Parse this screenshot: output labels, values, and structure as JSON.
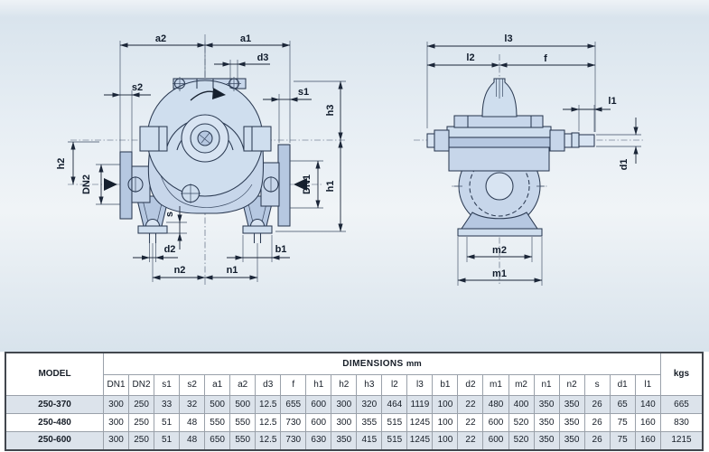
{
  "drawing": {
    "front_view": {
      "labels": {
        "a2": "a2",
        "a1": "a1",
        "d3": "d3",
        "s2": "s2",
        "s1": "s1",
        "h3": "h3",
        "h2": "h2",
        "h1": "h1",
        "dn2": "DN2",
        "dn1": "DN1",
        "s": "s",
        "d2": "d2",
        "b1": "b1",
        "n2": "n2",
        "n1": "n1"
      }
    },
    "side_view": {
      "labels": {
        "l3": "l3",
        "l2": "l2",
        "f": "f",
        "l1": "l1",
        "d1": "d1",
        "m2": "m2",
        "m1": "m1"
      }
    }
  },
  "table": {
    "model_header": "MODEL",
    "dimensions_header": "DIMENSIONS",
    "dimensions_unit": "mm",
    "weight_header": "kgs",
    "columns": [
      "DN1",
      "DN2",
      "s1",
      "s2",
      "a1",
      "a2",
      "d3",
      "f",
      "h1",
      "h2",
      "h3",
      "l2",
      "l3",
      "b1",
      "d2",
      "m1",
      "m2",
      "n1",
      "n2",
      "s",
      "d1",
      "l1"
    ],
    "rows": [
      {
        "model": "250-370",
        "values": [
          300,
          250,
          33,
          32,
          500,
          500,
          12.5,
          655,
          600,
          300,
          320,
          464,
          1119,
          100,
          22,
          480,
          400,
          350,
          350,
          26,
          65,
          140
        ],
        "weight": 665,
        "highlight": true
      },
      {
        "model": "250-480",
        "values": [
          300,
          250,
          51,
          48,
          550,
          550,
          12.5,
          730,
          600,
          300,
          355,
          515,
          1245,
          100,
          22,
          600,
          520,
          350,
          350,
          26,
          75,
          160
        ],
        "weight": 830,
        "highlight": false
      },
      {
        "model": "250-600",
        "values": [
          300,
          250,
          51,
          48,
          650,
          550,
          12.5,
          730,
          630,
          350,
          415,
          515,
          1245,
          100,
          22,
          600,
          520,
          350,
          350,
          26,
          75,
          160
        ],
        "weight": 1215,
        "highlight": true
      }
    ]
  },
  "colors": {
    "panel_top": "#d9e4ed",
    "panel_mid": "#f0f4f7",
    "panel_bottom": "#d8e3ec",
    "part_fill": "#c7d6ea",
    "part_fill_light": "#d8e4f2",
    "part_fill_dark": "#b6c8e1",
    "part_line": "#2b3a52",
    "dimension_line": "#1b2638",
    "row_highlight": "#dce3eb",
    "table_border": "#9aa1aa",
    "table_outer_border": "#42474e"
  }
}
